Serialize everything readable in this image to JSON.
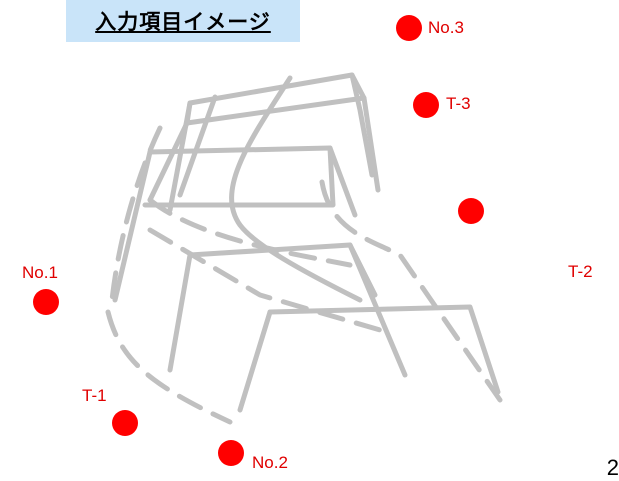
{
  "title": "入力項目イメージ",
  "points": [
    {
      "id": "no3",
      "label": "No.3"
    },
    {
      "id": "t3",
      "label": "T-3"
    },
    {
      "id": "t2",
      "label": "T-2"
    },
    {
      "id": "no1",
      "label": "No.1"
    },
    {
      "id": "t1",
      "label": "T-1"
    },
    {
      "id": "no2",
      "label": "No.2"
    }
  ],
  "page_number": "2",
  "colors": {
    "marker": "#ff0000",
    "label": "#e00000",
    "frame": "#c0c0c0",
    "title_bg": "#c9e4f9"
  }
}
